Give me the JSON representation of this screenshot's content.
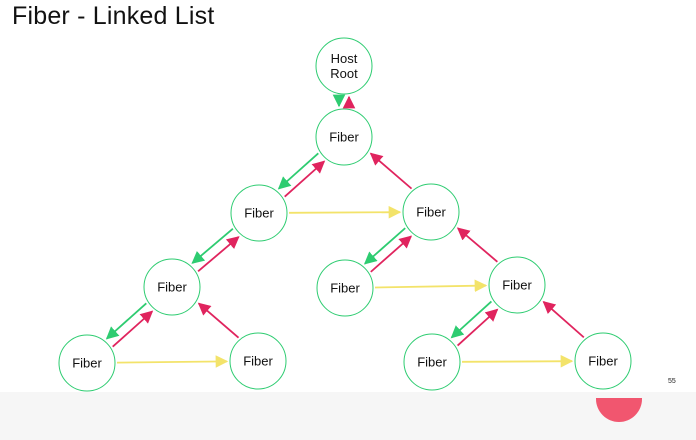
{
  "slide": {
    "title": "Fiber - Linked List",
    "page_number": "55"
  },
  "colors": {
    "node_border": "#2ecc71",
    "child_edge": "#2ecc71",
    "return_edge": "#e0245e",
    "sibling_edge": "#f3e36a",
    "accent": "#f1566f"
  },
  "diagram": {
    "nodes": [
      {
        "id": "host-root",
        "lines": [
          "Host",
          "Root"
        ]
      },
      {
        "id": "fiber-1",
        "lines": [
          "Fiber"
        ]
      },
      {
        "id": "fiber-2",
        "lines": [
          "Fiber"
        ]
      },
      {
        "id": "fiber-3",
        "lines": [
          "Fiber"
        ]
      },
      {
        "id": "fiber-4",
        "lines": [
          "Fiber"
        ]
      },
      {
        "id": "fiber-5",
        "lines": [
          "Fiber"
        ]
      },
      {
        "id": "fiber-6",
        "lines": [
          "Fiber"
        ]
      },
      {
        "id": "fiber-7",
        "lines": [
          "Fiber"
        ]
      },
      {
        "id": "fiber-8",
        "lines": [
          "Fiber"
        ]
      },
      {
        "id": "fiber-9",
        "lines": [
          "Fiber"
        ]
      },
      {
        "id": "fiber-10",
        "lines": [
          "Fiber"
        ]
      }
    ],
    "edges": [
      {
        "type": "child",
        "from": "host-root",
        "to": "fiber-1"
      },
      {
        "type": "return",
        "from": "fiber-1",
        "to": "host-root"
      },
      {
        "type": "child",
        "from": "fiber-1",
        "to": "fiber-2"
      },
      {
        "type": "return",
        "from": "fiber-2",
        "to": "fiber-1"
      },
      {
        "type": "return",
        "from": "fiber-3",
        "to": "fiber-1"
      },
      {
        "type": "sibling",
        "from": "fiber-2",
        "to": "fiber-3"
      },
      {
        "type": "child",
        "from": "fiber-2",
        "to": "fiber-4"
      },
      {
        "type": "return",
        "from": "fiber-4",
        "to": "fiber-2"
      },
      {
        "type": "child",
        "from": "fiber-4",
        "to": "fiber-7"
      },
      {
        "type": "return",
        "from": "fiber-7",
        "to": "fiber-4"
      },
      {
        "type": "return",
        "from": "fiber-8",
        "to": "fiber-4"
      },
      {
        "type": "sibling",
        "from": "fiber-7",
        "to": "fiber-8"
      },
      {
        "type": "child",
        "from": "fiber-3",
        "to": "fiber-5"
      },
      {
        "type": "return",
        "from": "fiber-5",
        "to": "fiber-3"
      },
      {
        "type": "return",
        "from": "fiber-6",
        "to": "fiber-3"
      },
      {
        "type": "sibling",
        "from": "fiber-5",
        "to": "fiber-6"
      },
      {
        "type": "child",
        "from": "fiber-6",
        "to": "fiber-9"
      },
      {
        "type": "return",
        "from": "fiber-9",
        "to": "fiber-6"
      },
      {
        "type": "return",
        "from": "fiber-10",
        "to": "fiber-6"
      },
      {
        "type": "sibling",
        "from": "fiber-9",
        "to": "fiber-10"
      }
    ]
  }
}
